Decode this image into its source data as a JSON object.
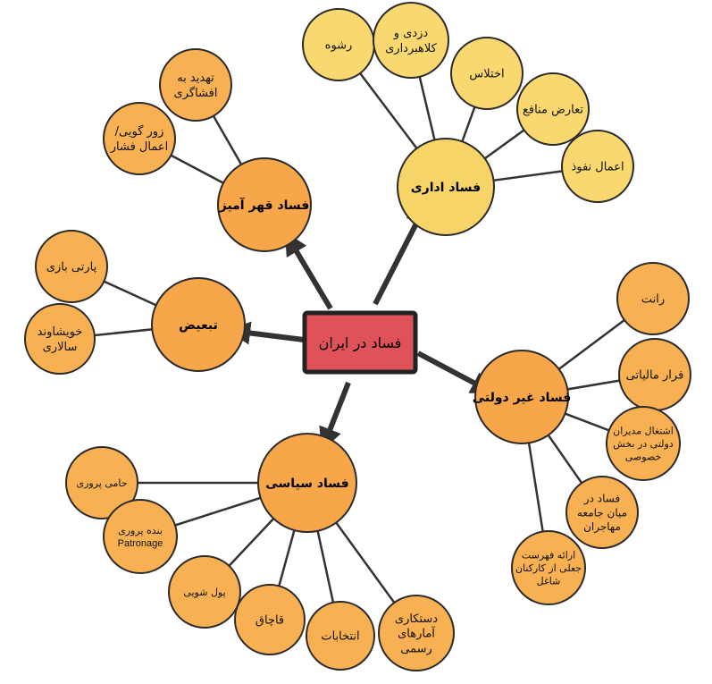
{
  "colors": {
    "center_fill": "#e0525a",
    "center_stroke": "#222222",
    "hub_orange": "#f7a64a",
    "hub_yellow": "#f7d468",
    "leaf_orange": "#f7b152",
    "leaf_yellow": "#f9d96f",
    "node_stroke": "#2b2b2b",
    "line": "#333333"
  },
  "center": {
    "label": "فساد در ایران"
  },
  "hubs": [
    {
      "id": "administrative",
      "label": "فساد اداری",
      "leaves": [
        {
          "id": "bribery",
          "lines": [
            "رشوه"
          ]
        },
        {
          "id": "theft",
          "lines": [
            "دزدی و",
            "کلاهبرداری"
          ]
        },
        {
          "id": "embezzlement",
          "lines": [
            "اختلاس"
          ]
        },
        {
          "id": "conflict-of-interest",
          "lines": [
            "تعارض منافع"
          ]
        },
        {
          "id": "influence",
          "lines": [
            "اعمال نفوذ"
          ]
        }
      ]
    },
    {
      "id": "coercive",
      "label": "فساد قهر آمیز",
      "leaves": [
        {
          "id": "disclosure-threat",
          "lines": [
            "تهدید به",
            "افشاگری"
          ]
        },
        {
          "id": "pressure",
          "lines": [
            "زور گویی/",
            "اعمال فشار"
          ]
        }
      ]
    },
    {
      "id": "discrimination",
      "label": "تبعیض",
      "leaves": [
        {
          "id": "favoritism",
          "lines": [
            "پارتی بازی"
          ]
        },
        {
          "id": "nepotism",
          "lines": [
            "خویشاوند",
            "سالاری"
          ]
        }
      ]
    },
    {
      "id": "political",
      "label": "فساد سیاسی",
      "leaves": [
        {
          "id": "clientelism",
          "lines": [
            "حامی پروری"
          ]
        },
        {
          "id": "patronage",
          "lines": [
            "بنده پروری",
            "Patronage"
          ]
        },
        {
          "id": "money-laundering",
          "lines": [
            "پول شویی"
          ]
        },
        {
          "id": "smuggling",
          "lines": [
            "قاچاق"
          ]
        },
        {
          "id": "elections",
          "lines": [
            "انتخابات"
          ]
        },
        {
          "id": "statistics",
          "lines": [
            "دستکاری",
            "آمارهای",
            "رسمی"
          ]
        }
      ]
    },
    {
      "id": "non-governmental",
      "label": "فساد غیر دولتی",
      "leaves": [
        {
          "id": "rent",
          "lines": [
            "رانت"
          ]
        },
        {
          "id": "tax-evasion",
          "lines": [
            "فرار مالیاتی"
          ]
        },
        {
          "id": "officials-private",
          "lines": [
            "اشتغال مدیران",
            "دولتی در بخش",
            "خصوصی"
          ]
        },
        {
          "id": "immigrants",
          "lines": [
            "فساد در",
            "میان جامعه",
            "مهاجران"
          ]
        },
        {
          "id": "fake-employees",
          "lines": [
            "ارائه فهرست",
            "جعلی از کارکنان",
            "شاغل"
          ]
        }
      ]
    }
  ]
}
